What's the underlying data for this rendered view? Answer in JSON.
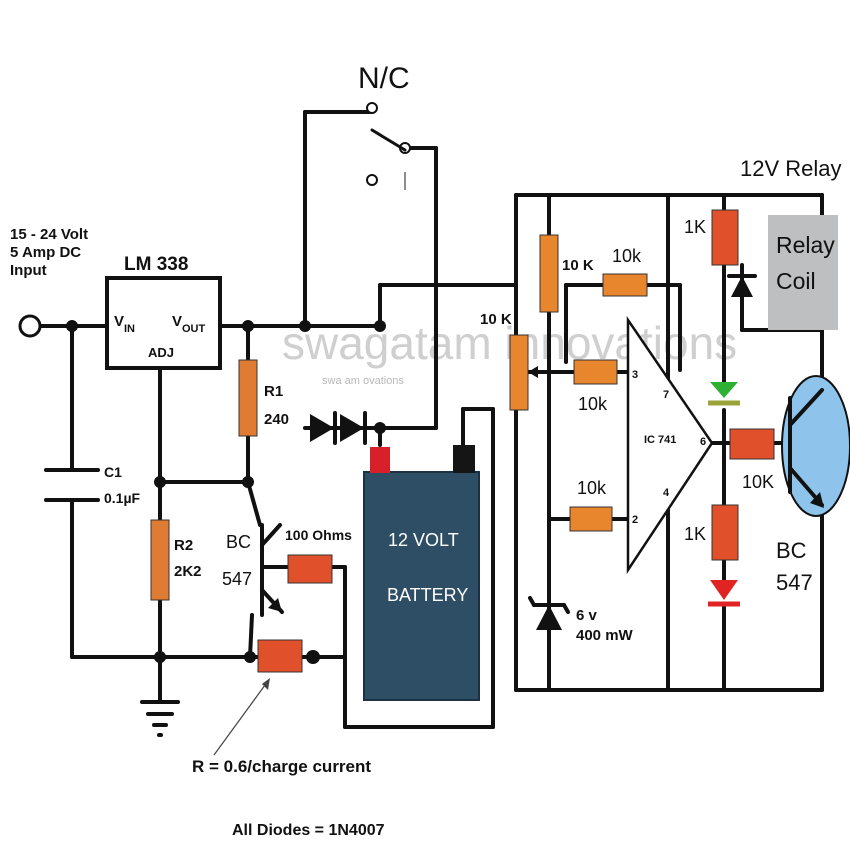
{
  "labels": {
    "input": [
      "15 - 24 Volt",
      "5 Amp DC",
      "Input"
    ],
    "lm338": "LM 338",
    "vin": "V",
    "vin_sub": "IN",
    "vout": "V",
    "vout_sub": "OUT",
    "adj": "ADJ",
    "nc": "N/C",
    "relay_title": "12V Relay",
    "relay_coil": [
      "Relay",
      "Coil"
    ],
    "r1": [
      "R1",
      "240"
    ],
    "r2": [
      "R2",
      "2K2"
    ],
    "c1": [
      "C1",
      "0.1µF"
    ],
    "bc547_left": [
      "BC",
      "547"
    ],
    "bc547_right": [
      "BC",
      "547"
    ],
    "r_100": "100 Ohms",
    "battery": [
      "12 VOLT",
      "BATTERY"
    ],
    "pot_top": "10 K",
    "pot_mid": "10 K",
    "res_10k_1": "10k",
    "res_10k_2": "10k",
    "res_10k_3": "10k",
    "res_1k_top": "1K",
    "res_1k_bottom": "1K",
    "res_10k_base": "10K",
    "ic": "IC 741",
    "pin3": "3",
    "pin2": "2",
    "pin7": "7",
    "pin6": "6",
    "pin4": "4",
    "zener": [
      "6 v",
      "400 mW"
    ],
    "formula": "R = 0.6/charge current",
    "diodes_note": "All Diodes = 1N4007",
    "watermark": "swagatam innovations",
    "watermark_small": "swa    am    ovations"
  },
  "colors": {
    "resistor_orange": "#E07B33",
    "resistor_red": "#E0502A",
    "battery_body": "#2E4E66",
    "battery_pos": "#D8202A",
    "battery_neg": "#151515",
    "led_green": "#2EB034",
    "led_red": "#E02424",
    "transistor_blue": "#8EC3EC",
    "relay_grey": "#BDBFC1",
    "pot_orange": "#E8862E"
  }
}
